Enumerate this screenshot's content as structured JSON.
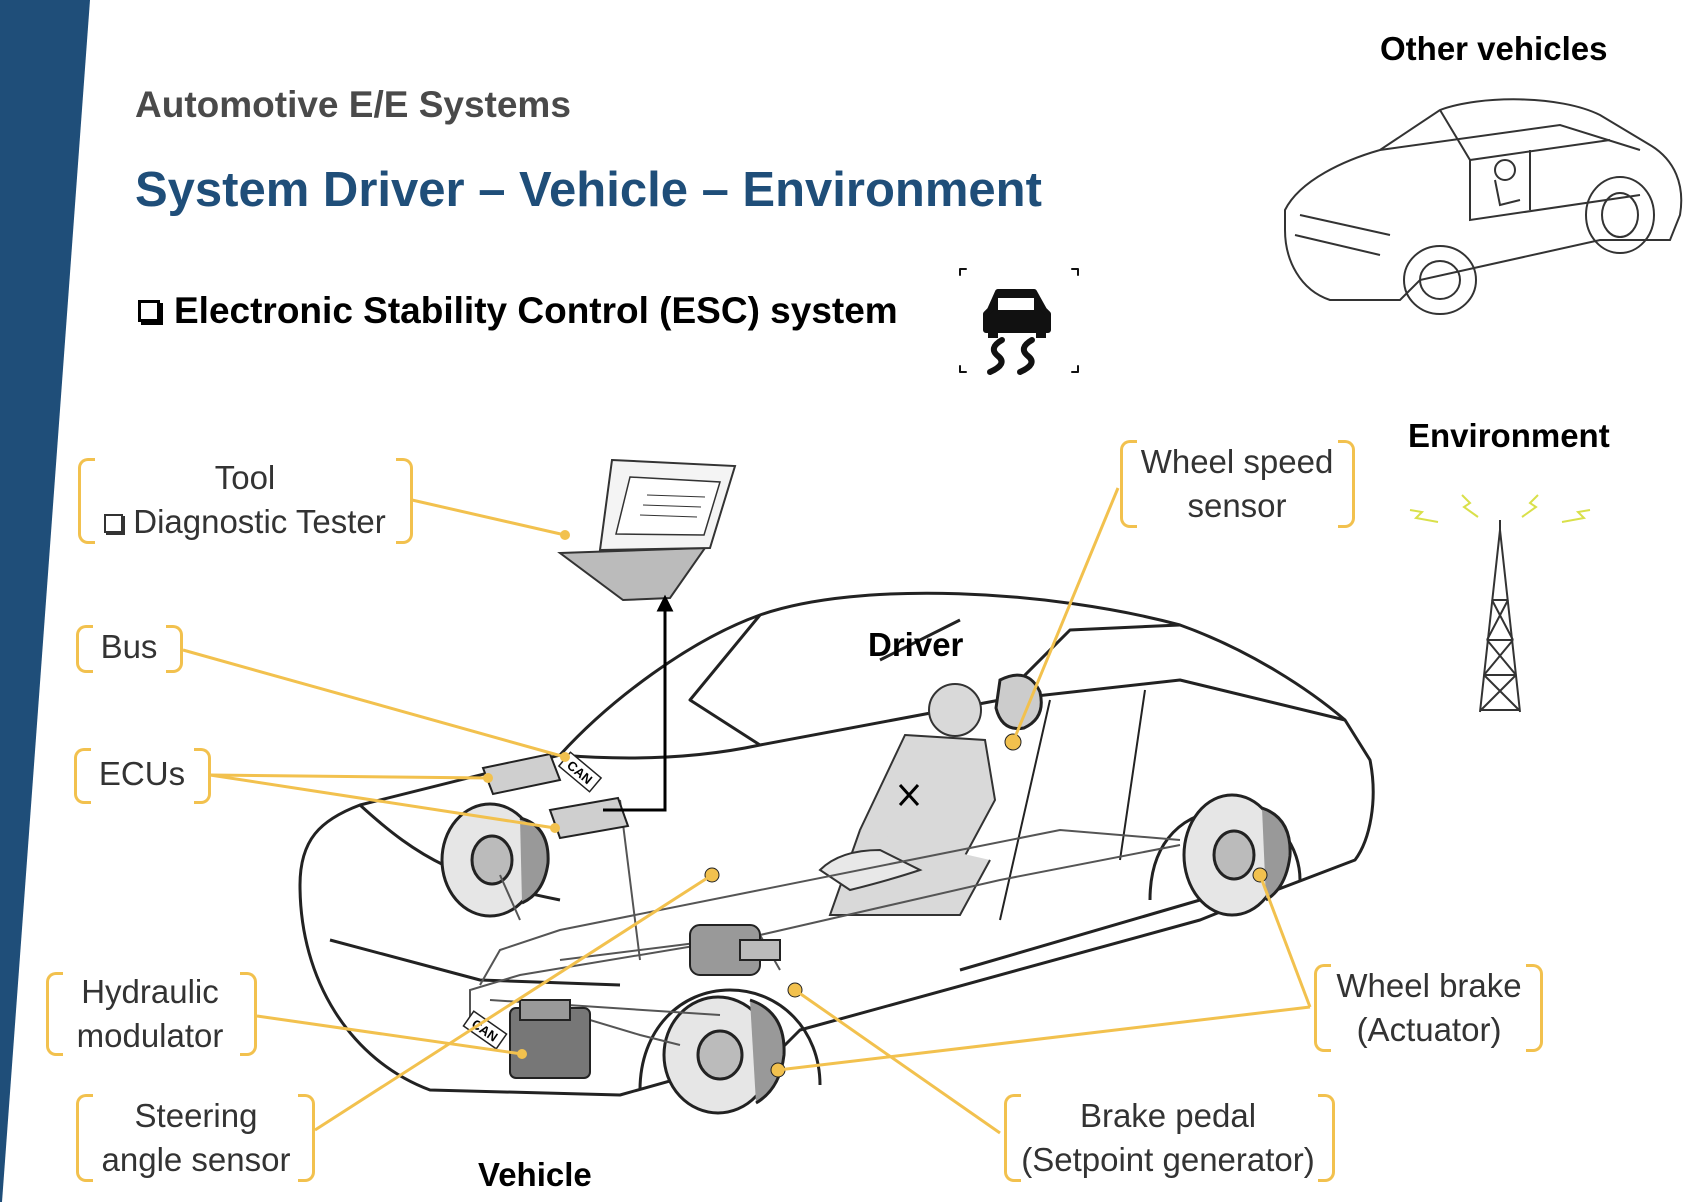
{
  "header": {
    "kicker": "Automotive E/E Systems",
    "title": "System Driver – Vehicle – Environment"
  },
  "bullet": {
    "label": "Electronic Stability Control (ESC) system"
  },
  "headings": {
    "other_vehicles": "Other vehicles",
    "environment": "Environment",
    "driver": "Driver",
    "vehicle": "Vehicle"
  },
  "labels": {
    "tool": {
      "line1": "Tool",
      "line2": "Diagnostic Tester"
    },
    "bus": "Bus",
    "ecus": "ECUs",
    "hydraulic": {
      "line1": "Hydraulic",
      "line2": "modulator"
    },
    "steering": {
      "line1": "Steering",
      "line2": "angle sensor"
    },
    "wheel_speed": {
      "line1": "Wheel speed",
      "line2": "sensor"
    },
    "wheel_brake": {
      "line1": "Wheel brake",
      "line2": "(Actuator)"
    },
    "brake_pedal": {
      "line1": "Brake pedal",
      "line2": "(Setpoint generator)"
    },
    "can_tag": "CAN"
  },
  "colors": {
    "accent_blue": "#1f4e79",
    "callout_yellow": "#f2c14e",
    "kicker_gray": "#4a4a4a",
    "label_text": "#333333"
  },
  "icons": [
    "esc-warning-icon",
    "laptop-icon",
    "radio-tower-icon",
    "checkbox-icon"
  ]
}
